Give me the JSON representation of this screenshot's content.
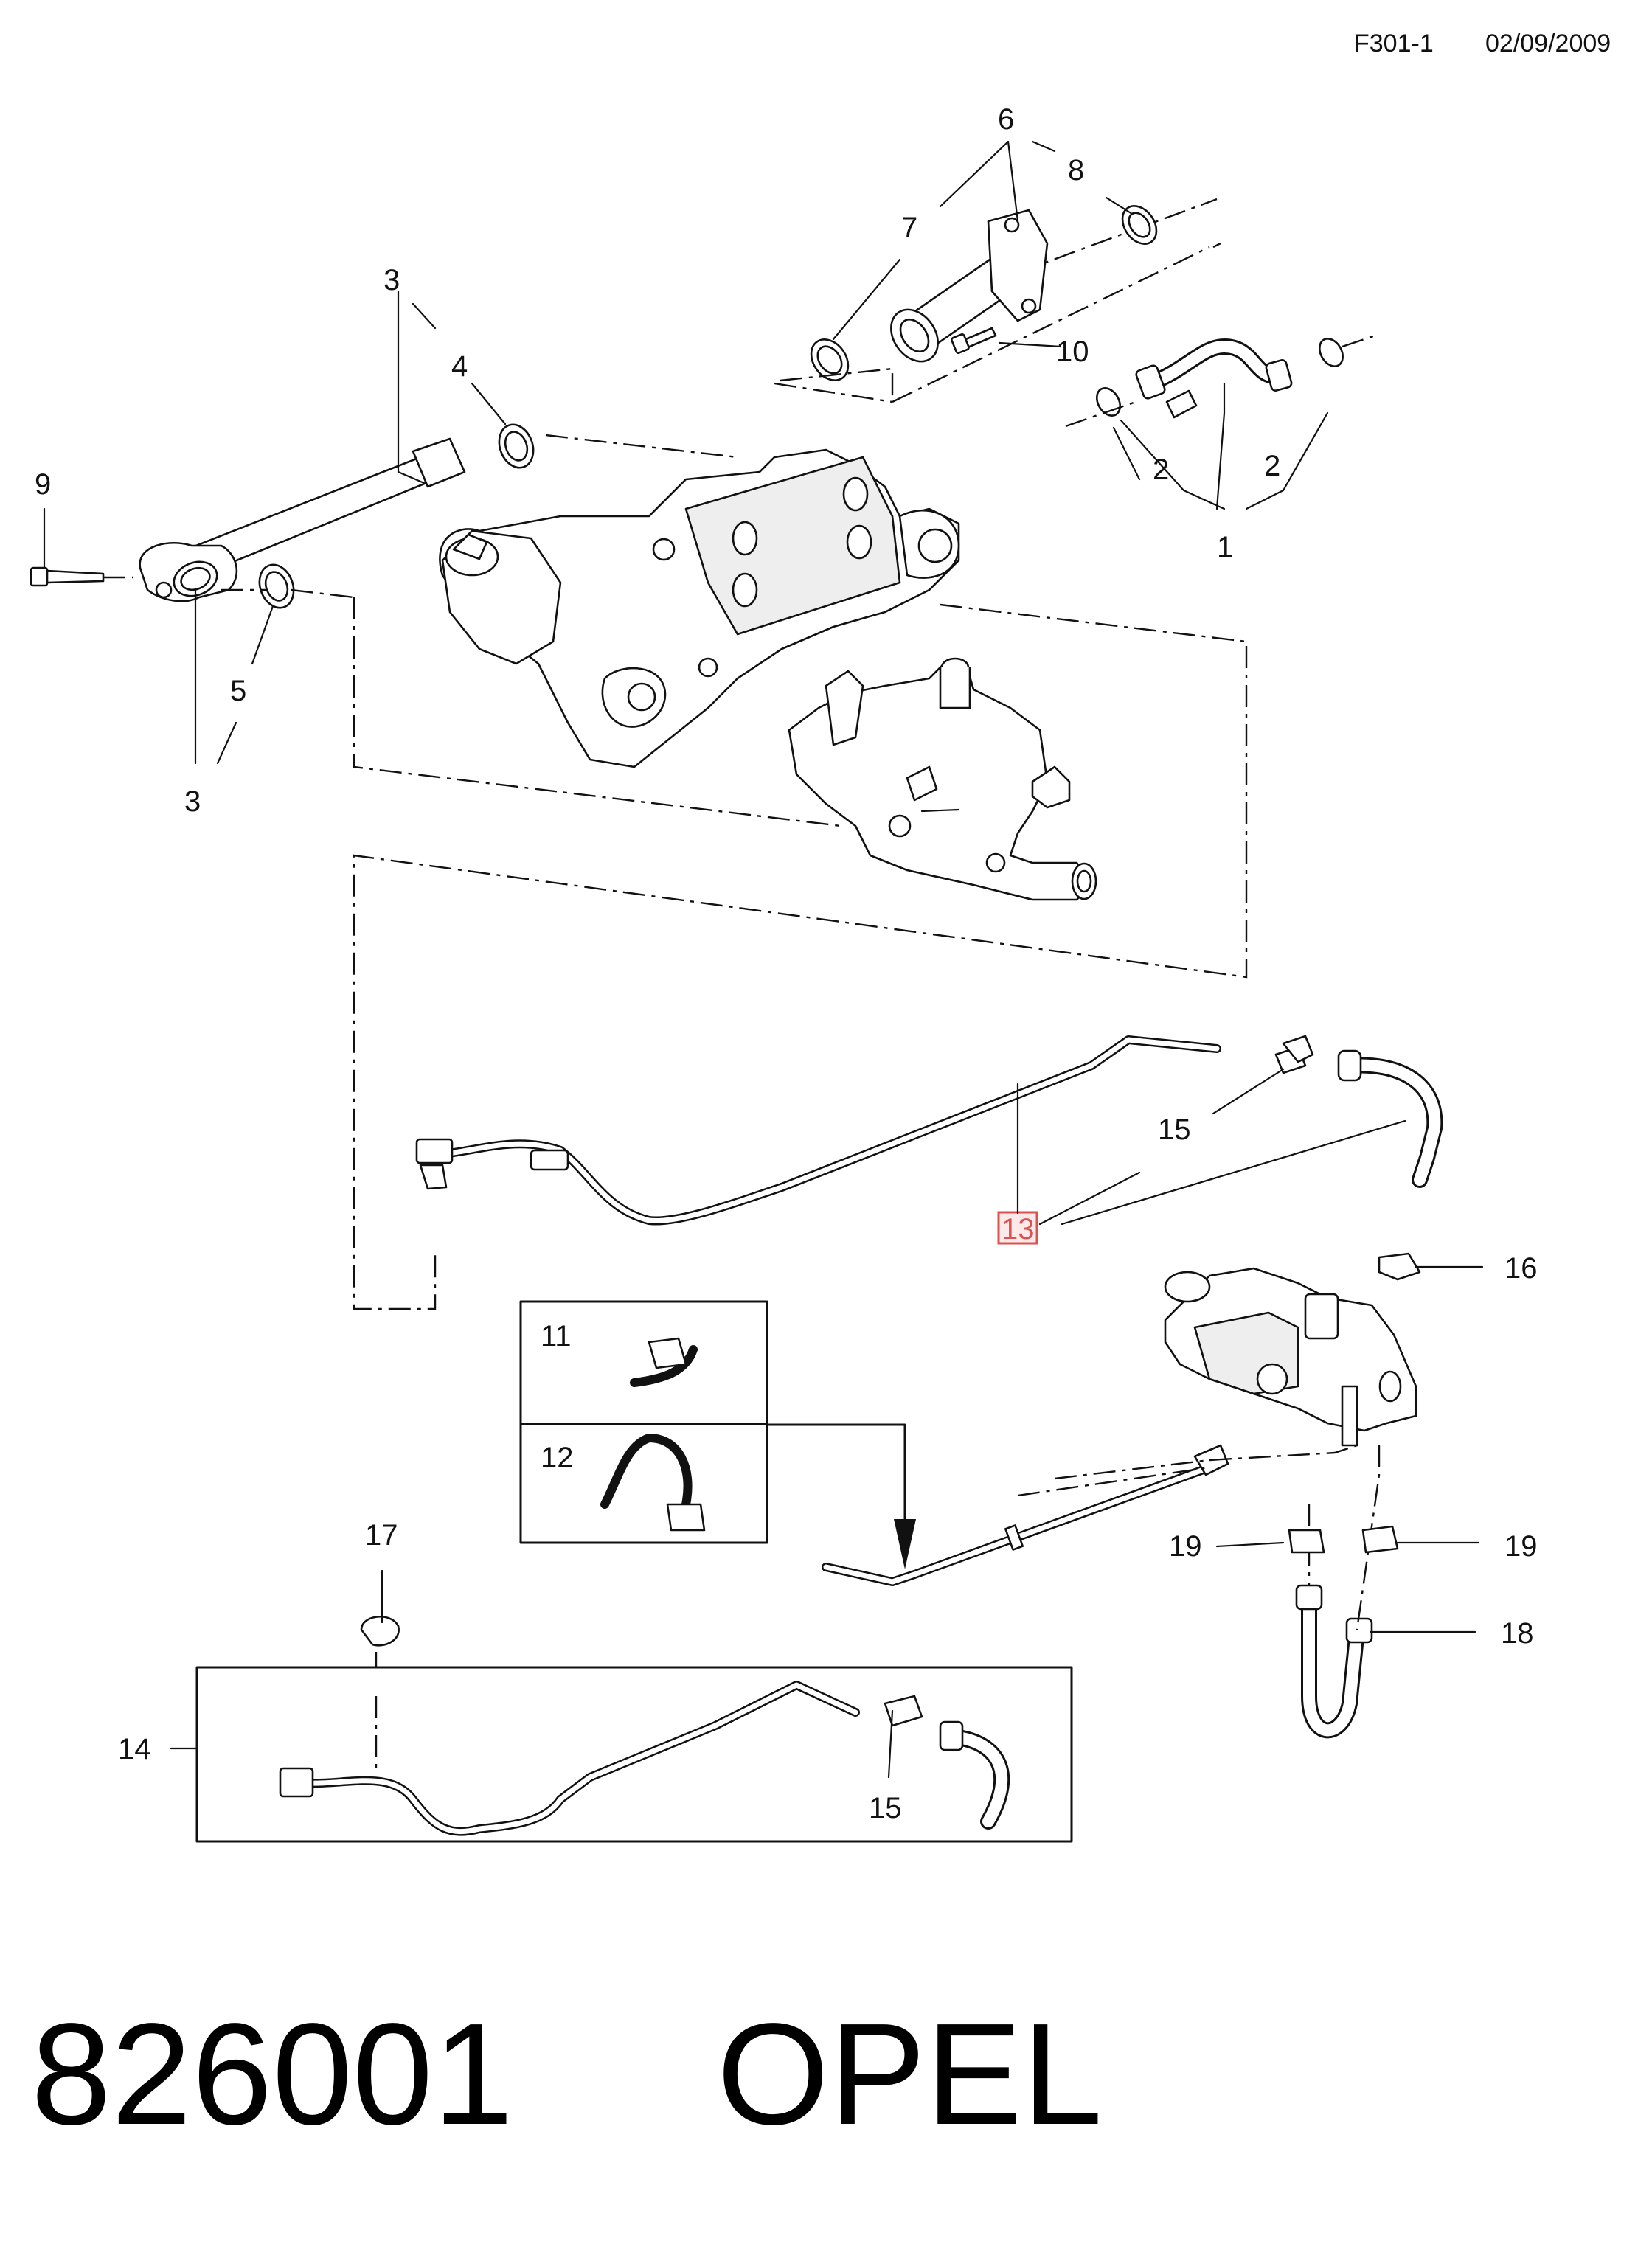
{
  "header": {
    "figure_code": "F301-1",
    "date": "02/09/2009"
  },
  "callouts": {
    "c1": "1",
    "c2a": "2",
    "c2b": "2",
    "c3a": "3",
    "c3b": "3",
    "c4": "4",
    "c5": "5",
    "c6": "6",
    "c7": "7",
    "c8": "8",
    "c9": "9",
    "c10": "10",
    "c11": "11",
    "c12": "12",
    "c13": "13",
    "c14": "14",
    "c15a": "15",
    "c15b": "15",
    "c16": "16",
    "c17": "17",
    "c18": "18",
    "c19a": "19",
    "c19b": "19"
  },
  "colors": {
    "highlight_callout": "#d9534f",
    "ink": "#111111"
  },
  "footer": {
    "part_number": "826001",
    "brand": "OPEL"
  }
}
